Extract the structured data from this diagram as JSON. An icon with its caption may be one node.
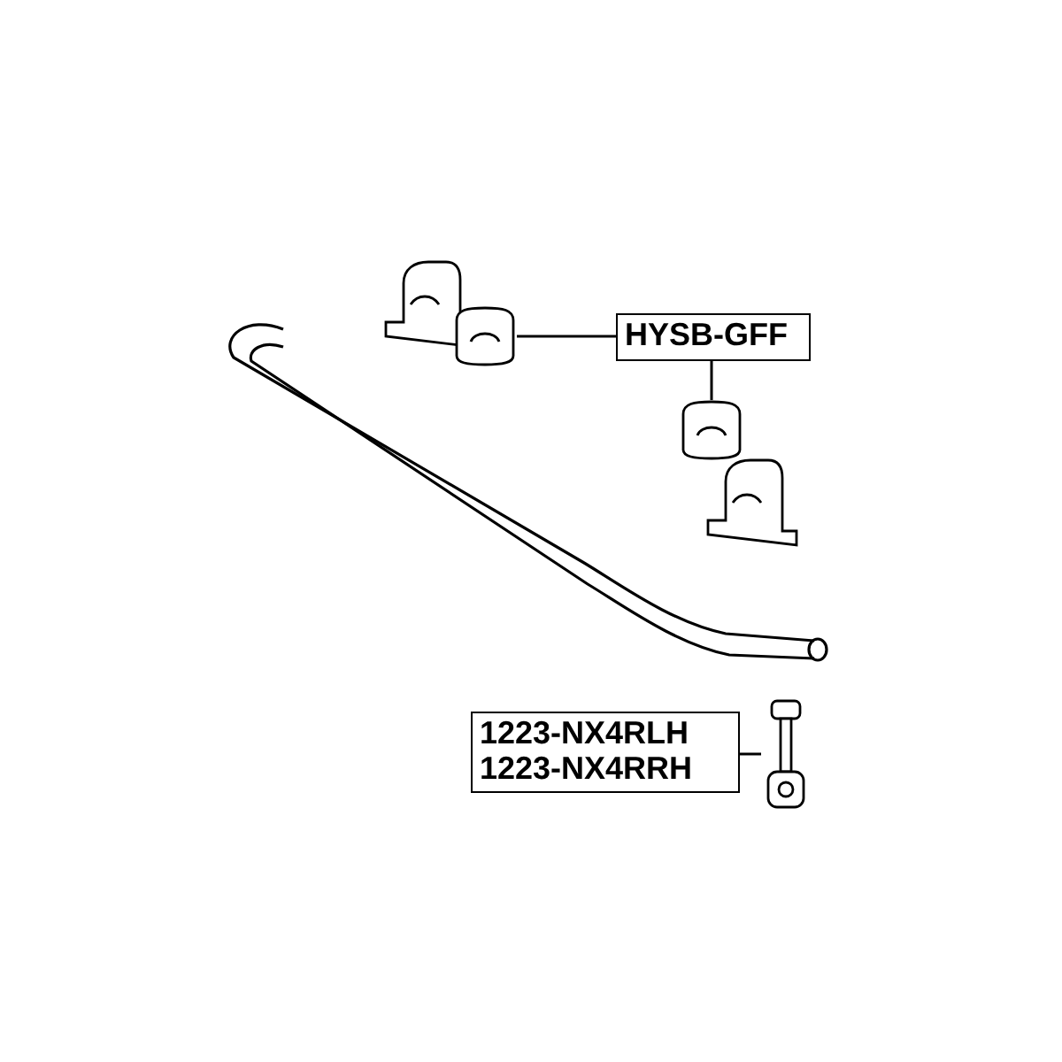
{
  "diagram": {
    "nodes": [
      {
        "text": [
          "HYSB-GFF"
        ]
      },
      {
        "text": [],
        "shape": "picture"
      },
      {
        "text": [],
        "shape": "picture"
      },
      {
        "text": [
          "1223-NX4RLH",
          "1223-NX4RRH"
        ]
      },
      {
        "text": [],
        "shape": "picture"
      }
    ],
    "edges": [
      {
        "from": 0,
        "to": 1,
        "arrow": "none"
      },
      {
        "from": 0,
        "to": 2,
        "arrow": "none"
      },
      {
        "from": 3,
        "to": 4,
        "arrow": "none"
      }
    ]
  }
}
